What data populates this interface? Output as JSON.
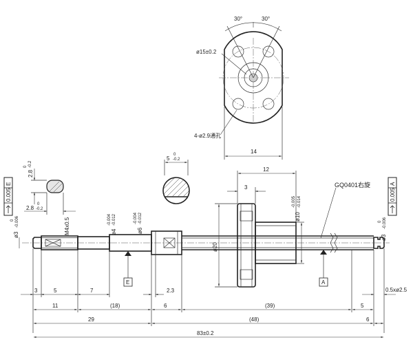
{
  "flange_view": {
    "angle_left": "30°",
    "angle_right": "30°",
    "pcd": "ø15±0.2",
    "holes": "4-ø2.9通孔",
    "width": "14"
  },
  "section_view": {
    "flat_dim": "5",
    "flat_tol_top": "0",
    "flat_tol_bot": "-0.2"
  },
  "end_detail": {
    "height_dim": "2.8",
    "height_tol_top": "0",
    "height_tol_bot": "-0.2",
    "width_dim": "2.8",
    "width_tol_top": "0",
    "width_tol_bot": "-0.2"
  },
  "tolerance_frames": {
    "left": {
      "value": "0.005",
      "datum": "E"
    },
    "right": {
      "value": "0.005",
      "datum": "A"
    }
  },
  "datums": {
    "left": "E",
    "right": "A"
  },
  "labels": {
    "thread_spec": "GQ0401右旋",
    "nut_length": "12",
    "nut_flange_thk": "3",
    "nut_dia": "ø20",
    "nut_dia_tol": "ø10",
    "nut_dia_tol_top": "-0.005",
    "nut_dia_tol_bot": "-0.014",
    "left_end_dia": "ø3",
    "left_end_tol_top": "0",
    "left_end_tol_bot": "-0.006",
    "right_end_dia": "ø3",
    "right_end_tol_top": "0",
    "right_end_tol_bot": "-0.006",
    "thread": "M4x0.5",
    "journal1": "ø4",
    "journal1_tol_top": "-0.004",
    "journal1_tol_bot": "-0.012",
    "journal2": "ø6",
    "journal2_tol_top": "-0.004",
    "journal2_tol_bot": "-0.012",
    "groove": "0.5xø2.5"
  },
  "dims_row1": [
    "3",
    "5",
    "7",
    "2.3"
  ],
  "dims_row2": [
    "11",
    "(18)",
    "6",
    "(39)",
    "5"
  ],
  "dims_row3": [
    "29",
    "(48)",
    "6"
  ],
  "overall": "83±0.2"
}
